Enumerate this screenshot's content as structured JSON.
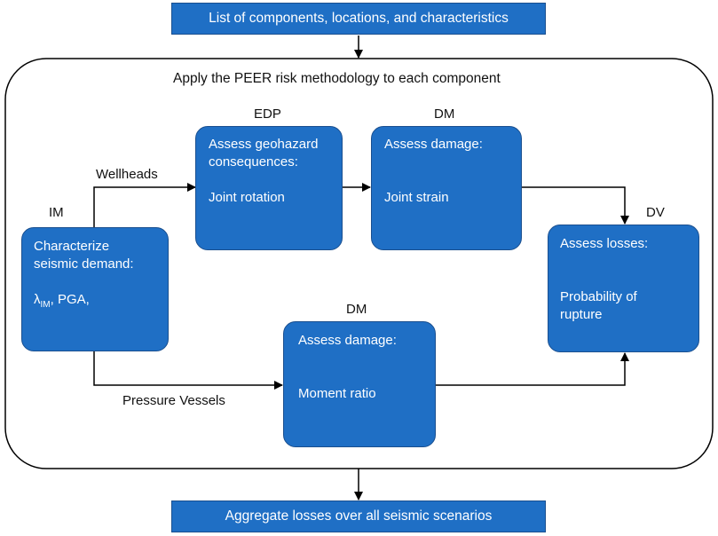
{
  "top_banner": "List of components, locations, and characteristics",
  "bottom_banner": "Aggregate losses over all seismic scenarios",
  "frame_title": "Apply the PEER risk methodology to each component",
  "stage_labels": {
    "im": "IM",
    "edp": "EDP",
    "dm_top": "DM",
    "dm_bottom": "DM",
    "dv": "DV"
  },
  "path_labels": {
    "wellheads": "Wellheads",
    "pressure_vessels": "Pressure Vessels"
  },
  "boxes": {
    "im": {
      "line1": "Characterize",
      "line2": "seismic demand:",
      "lambda": "λ",
      "lambda_sub": "IM",
      "rest": ", PGA,"
    },
    "edp": {
      "line1": "Assess geohazard",
      "line2": "consequences:",
      "line3": "Joint rotation"
    },
    "dm_top": {
      "line1": "Assess damage:",
      "line2": "Joint strain"
    },
    "dm_bottom": {
      "line1": "Assess damage:",
      "line2": "Moment ratio"
    },
    "dv": {
      "line1": "Assess losses:",
      "line2": "Probability of",
      "line3": "rupture"
    }
  },
  "colors": {
    "box_fill": "#1f6fc5",
    "box_border": "#1a4f8f",
    "box_text": "#ffffff",
    "connector": "#000000"
  }
}
